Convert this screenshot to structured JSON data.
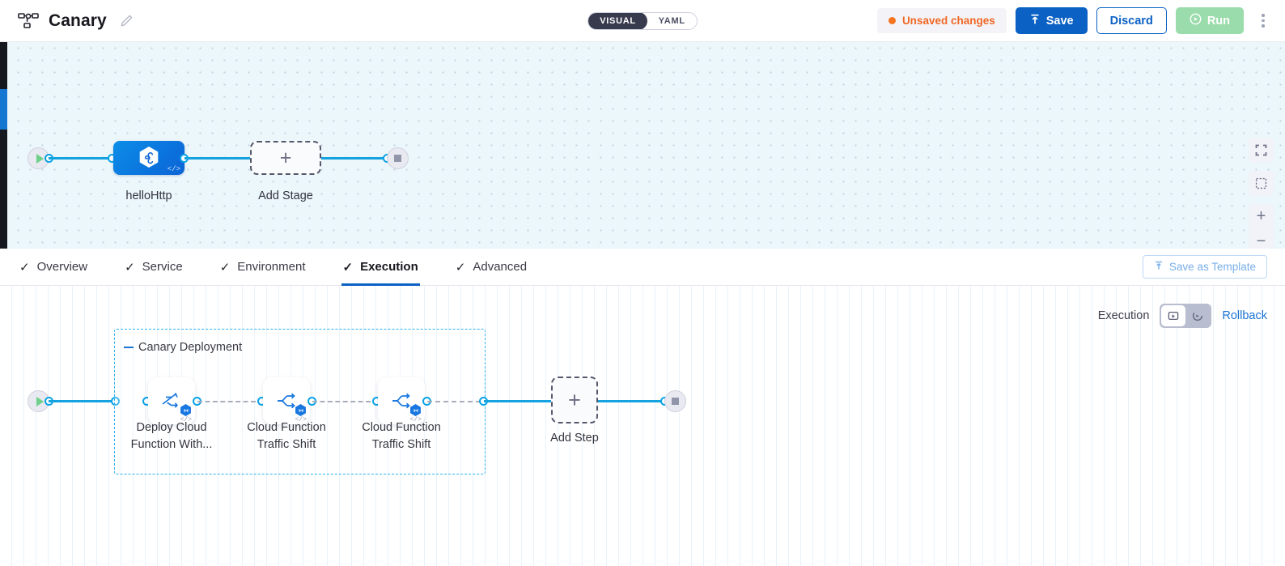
{
  "header": {
    "title": "Canary",
    "pipeline_icon": "pipeline-icon",
    "edit_icon": "pencil-icon",
    "mode_toggle": {
      "options": [
        "VISUAL",
        "YAML"
      ],
      "selected": "VISUAL"
    },
    "unsaved_label": "Unsaved changes",
    "save_label": "Save",
    "discard_label": "Discard",
    "run_label": "Run",
    "menu_icon": "kebab-menu-icon",
    "accent_blue": "#0b61c4",
    "unsaved_orange": "#f06724",
    "run_green": "#9adcab"
  },
  "stage_canvas": {
    "stage_node_label": "helloHttp",
    "add_stage_label": "Add Stage",
    "add_stage_glyph": "+",
    "code_badge": "</>",
    "controls": [
      "fit-screen-icon",
      "selection-box-icon",
      "zoom-in-icon",
      "zoom-out-icon"
    ]
  },
  "tabs": [
    {
      "label": "Overview",
      "check": "✓",
      "active": false
    },
    {
      "label": "Service",
      "check": "✓",
      "active": false
    },
    {
      "label": "Environment",
      "check": "✓",
      "active": false
    },
    {
      "label": "Execution",
      "check": "✓",
      "active": true
    },
    {
      "label": "Advanced",
      "check": "✓",
      "active": false
    }
  ],
  "save_template_label": "Save as Template",
  "execution_panel": {
    "execution_label": "Execution",
    "rollback_label": "Rollback",
    "toggle_icons": [
      "execution-mode-icon",
      "rollback-mode-icon"
    ],
    "selected_toggle": "execution-mode-icon",
    "group_title": "Canary Deployment",
    "steps": [
      {
        "label": "Deploy Cloud\nFunction With...",
        "line1": "Deploy Cloud",
        "line2": "Function With...",
        "icon": "deploy-function-icon",
        "badge": "harness-hex-badge",
        "code_badge": "</>"
      },
      {
        "label": "Cloud Function\nTraffic Shift",
        "line1": "Cloud Function",
        "line2": "Traffic Shift",
        "icon": "traffic-shift-icon",
        "badge": "harness-hex-badge",
        "code_badge": "</>"
      },
      {
        "label": "Cloud Function\nTraffic Shift",
        "line1": "Cloud Function",
        "line2": "Traffic Shift",
        "icon": "traffic-shift-icon",
        "badge": "harness-hex-badge",
        "code_badge": "</>"
      }
    ],
    "add_step_label": "Add Step",
    "add_step_glyph": "+"
  }
}
